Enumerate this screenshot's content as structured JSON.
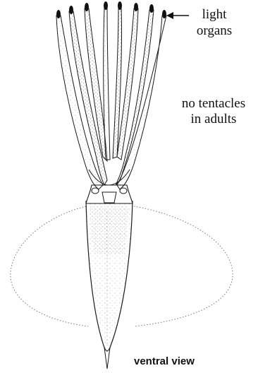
{
  "labels": {
    "light_organs_line1": "light",
    "light_organs_line2": "organs",
    "no_tentacles_line1": "no tentacles",
    "no_tentacles_line2": "in adults",
    "view": "ventral view"
  },
  "colors": {
    "ink": "#1a1a1a",
    "stipple": "#444444",
    "background": "#ffffff"
  }
}
